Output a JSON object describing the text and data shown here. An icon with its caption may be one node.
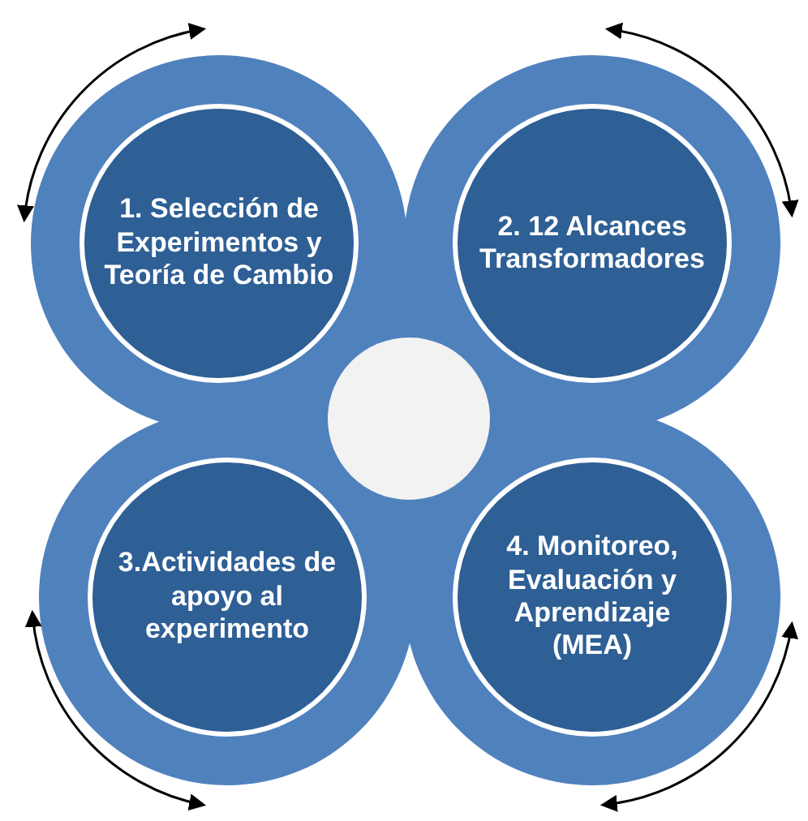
{
  "diagram": {
    "nodes": [
      {
        "text": [
          "1. Selección de Experimentos y Teoría de Cambio"
        ]
      },
      {
        "text": [
          "2. 12 Alcances Transformadores"
        ]
      },
      {
        "text": [],
        "shape": "circle"
      },
      {
        "text": [
          "3.Actividades de apoyo al experimento"
        ]
      },
      {
        "text": [
          "4. Monitoreo, Evaluación y Aprendizaje (MEA)"
        ]
      }
    ]
  }
}
